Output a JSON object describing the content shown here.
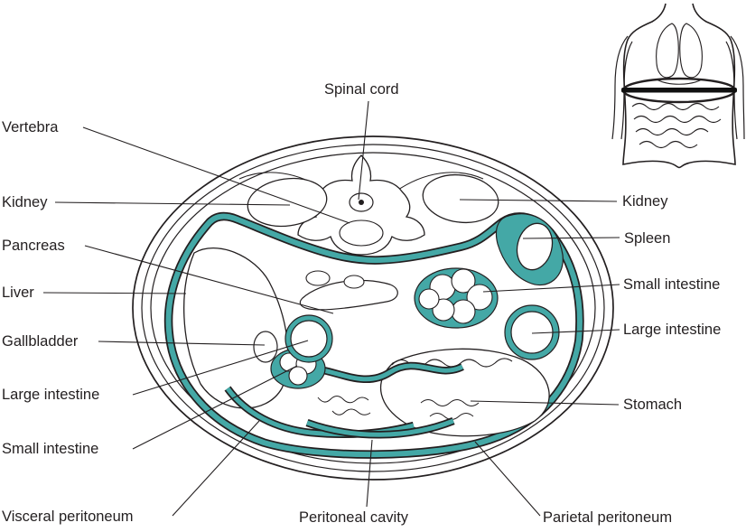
{
  "figure": {
    "description": "Transverse cross-section of the abdomen showing peritoneum and organs",
    "colors": {
      "peritoneum_teal": "#44a8a6",
      "outline": "#231f20",
      "background": "#ffffff"
    }
  },
  "labels": {
    "spinal_cord": "Spinal cord",
    "vertebra": "Vertebra",
    "kidney_left": "Kidney",
    "pancreas": "Pancreas",
    "liver": "Liver",
    "gallbladder": "Gallbladder",
    "large_intestine_left": "Large intestine",
    "small_intestine_left": "Small intestine",
    "visceral_peritoneum": "Visceral peritoneum",
    "peritoneal_cavity": "Peritoneal cavity",
    "parietal_peritoneum": "Parietal peritoneum",
    "stomach": "Stomach",
    "large_intestine_right": "Large intestine",
    "small_intestine_right": "Small intestine",
    "spleen": "Spleen",
    "kidney_right": "Kidney"
  }
}
